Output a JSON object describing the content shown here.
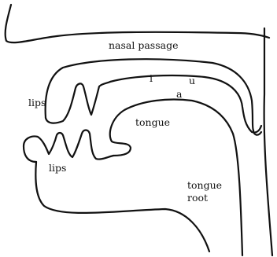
{
  "labels": {
    "nasal_passage": "nasal passage",
    "upper_lips": "lips",
    "lower_lips": "lips",
    "tongue": "tongue",
    "tongue_root_line1": "tongue",
    "tongue_root_line2": "root"
  },
  "vowels": {
    "i": "i",
    "u": "u",
    "a": "a"
  }
}
